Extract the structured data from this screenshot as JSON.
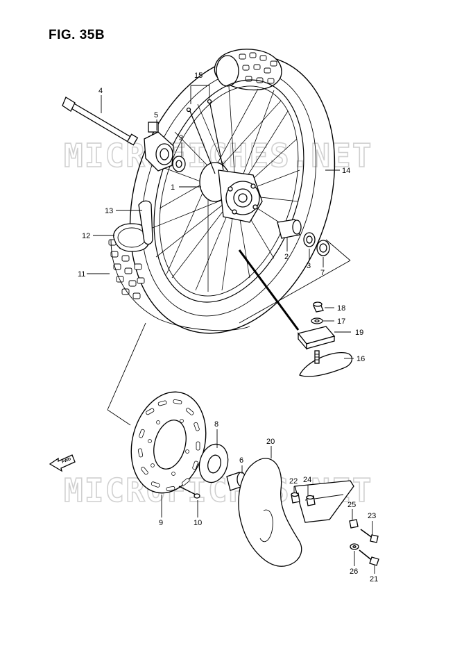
{
  "figure_title": "FIG. 35B",
  "watermark": "MICROFICHES.NET",
  "fwd_label": "FWD",
  "callouts": [
    {
      "id": "c1",
      "text": "1"
    },
    {
      "id": "c2",
      "text": "2"
    },
    {
      "id": "c3a",
      "text": "3"
    },
    {
      "id": "c3b",
      "text": "3"
    },
    {
      "id": "c4",
      "text": "4"
    },
    {
      "id": "c5",
      "text": "5"
    },
    {
      "id": "c6",
      "text": "6"
    },
    {
      "id": "c7",
      "text": "7"
    },
    {
      "id": "c8",
      "text": "8"
    },
    {
      "id": "c9",
      "text": "9"
    },
    {
      "id": "c10",
      "text": "10"
    },
    {
      "id": "c11",
      "text": "11"
    },
    {
      "id": "c12",
      "text": "12"
    },
    {
      "id": "c13",
      "text": "13"
    },
    {
      "id": "c14",
      "text": "14"
    },
    {
      "id": "c15",
      "text": "15"
    },
    {
      "id": "c16",
      "text": "16"
    },
    {
      "id": "c17",
      "text": "17"
    },
    {
      "id": "c18",
      "text": "18"
    },
    {
      "id": "c19",
      "text": "19"
    },
    {
      "id": "c20",
      "text": "20"
    },
    {
      "id": "c21",
      "text": "21"
    },
    {
      "id": "c22",
      "text": "22"
    },
    {
      "id": "c23",
      "text": "23"
    },
    {
      "id": "c24",
      "text": "24"
    },
    {
      "id": "c25",
      "text": "25"
    },
    {
      "id": "c26",
      "text": "26"
    }
  ]
}
